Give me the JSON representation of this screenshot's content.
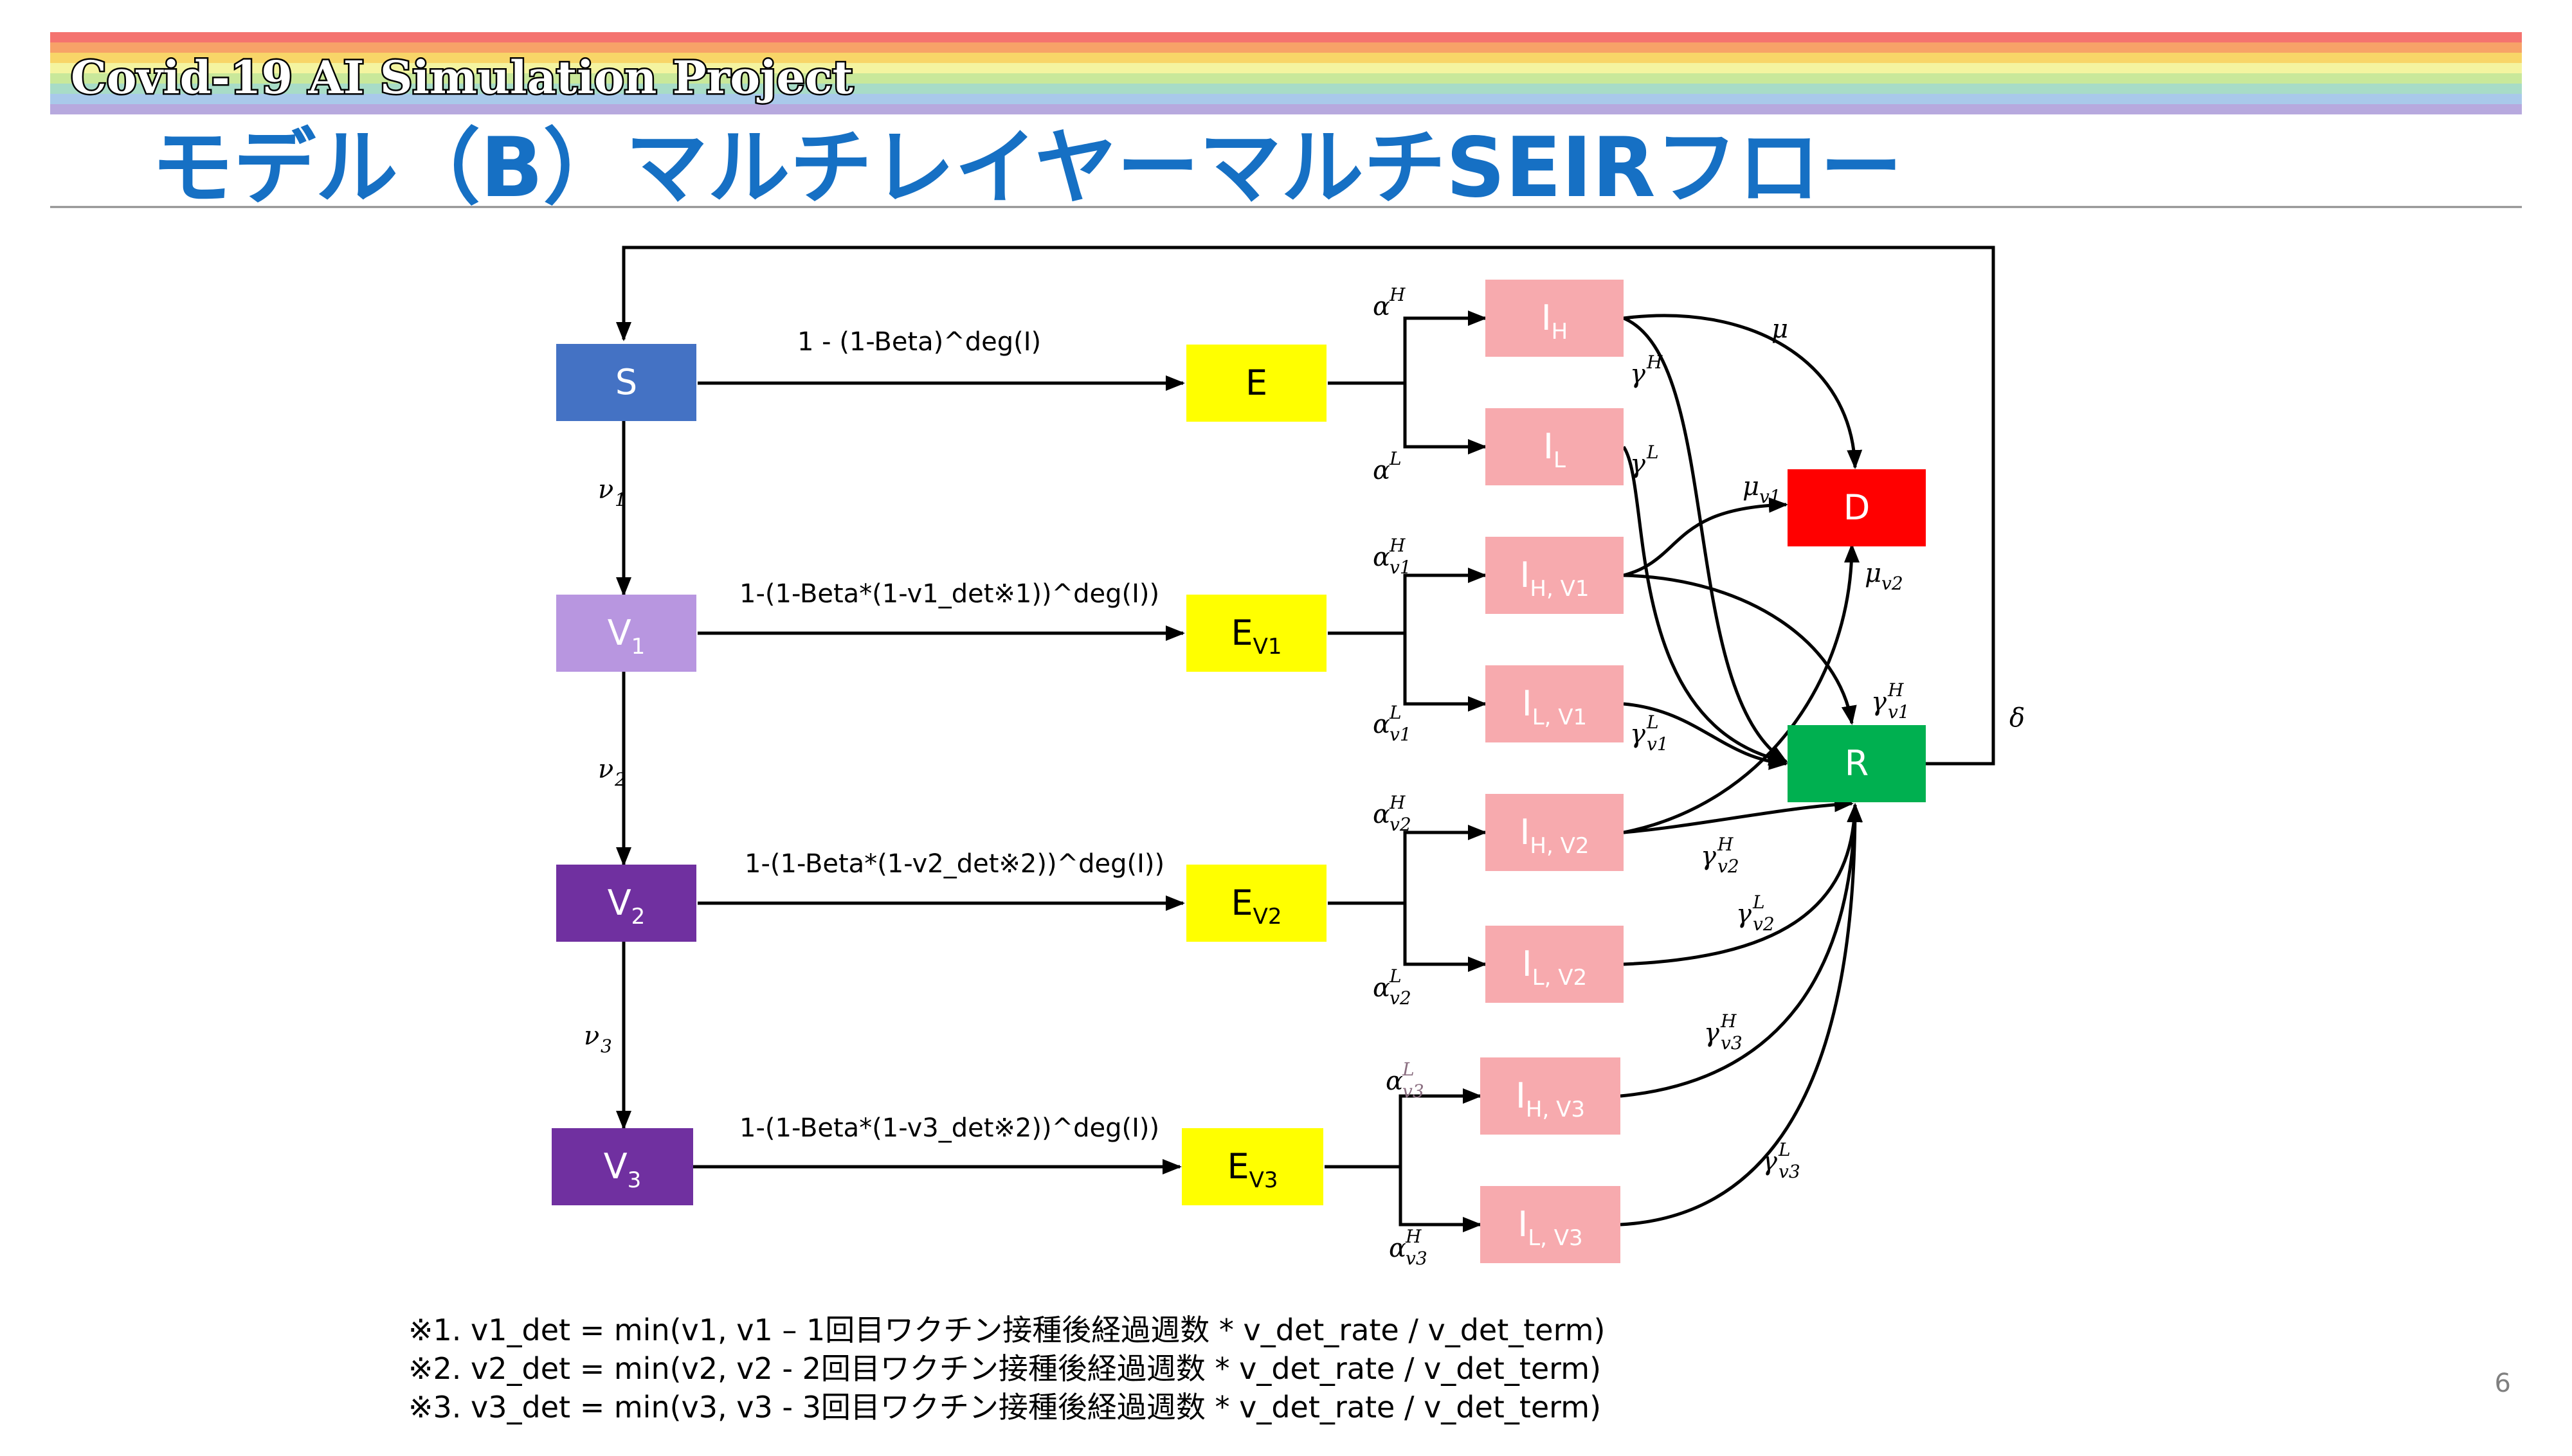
{
  "header": {
    "banner_text": "Covid-19 AI Simulation Project",
    "title": "モデル（B）マルチレイヤーマルチSEIRフロー",
    "rainbow_colors": [
      "#f4736f",
      "#f7a268",
      "#f8d568",
      "#f4f4a0",
      "#c9e89a",
      "#a8dcc7",
      "#a9c9ea",
      "#b7a9de"
    ]
  },
  "diagram": {
    "nodes": {
      "S": {
        "label": "S",
        "sub": "",
        "color": "#4472c4"
      },
      "V1": {
        "label": "V",
        "sub": "1",
        "color": "#b896e0"
      },
      "V2": {
        "label": "V",
        "sub": "2",
        "color": "#7030a0"
      },
      "V3": {
        "label": "V",
        "sub": "3",
        "color": "#7030a0"
      },
      "E": {
        "label": "E",
        "sub": "",
        "color": "#ffff00"
      },
      "EV1": {
        "label": "E",
        "sub": "V1",
        "color": "#ffff00"
      },
      "EV2": {
        "label": "E",
        "sub": "V2",
        "color": "#ffff00"
      },
      "EV3": {
        "label": "E",
        "sub": "V3",
        "color": "#ffff00"
      },
      "IH": {
        "label": "I",
        "sub": "H",
        "color": "#f7aaae"
      },
      "IL": {
        "label": "I",
        "sub": "L",
        "color": "#f7aaae"
      },
      "IHV1": {
        "label": "I",
        "sub": "H, V1",
        "color": "#f7aaae"
      },
      "ILV1": {
        "label": "I",
        "sub": "L, V1",
        "color": "#f7aaae"
      },
      "IHV2": {
        "label": "I",
        "sub": "H, V2",
        "color": "#f7aaae"
      },
      "ILV2": {
        "label": "I",
        "sub": "L, V2",
        "color": "#f7aaae"
      },
      "IHV3": {
        "label": "I",
        "sub": "H, V3",
        "color": "#f7aaae"
      },
      "ILV3": {
        "label": "I",
        "sub": "L, V3",
        "color": "#f7aaae"
      },
      "D": {
        "label": "D",
        "sub": "",
        "color": "#ff0000"
      },
      "R": {
        "label": "R",
        "sub": "",
        "color": "#00b050"
      }
    },
    "infection_labels": {
      "s_to_e": "1 - (1-Beta)^deg(I)",
      "v1_to_ev1": "1-(1-Beta*(1-v1_det※1))^deg(I))",
      "v2_to_ev2": "1-(1-Beta*(1-v2_det※2))^deg(I))",
      "v3_to_ev3": "1-(1-Beta*(1-v3_det※2))^deg(I))"
    },
    "params": {
      "nu1": {
        "base": "ν",
        "sub": "1",
        "sup": ""
      },
      "nu2": {
        "base": "ν",
        "sub": "2",
        "sup": ""
      },
      "nu3": {
        "base": "ν",
        "sub": "3",
        "sup": ""
      },
      "alpha_H": {
        "base": "α",
        "sub": "",
        "sup": "H"
      },
      "alpha_L": {
        "base": "α",
        "sub": "",
        "sup": "L"
      },
      "alpha_v1_H": {
        "base": "α",
        "sub": "v1",
        "sup": "H"
      },
      "alpha_v1_L": {
        "base": "α",
        "sub": "v1",
        "sup": "L"
      },
      "alpha_v2_H": {
        "base": "α",
        "sub": "v2",
        "sup": "H"
      },
      "alpha_v2_L": {
        "base": "α",
        "sub": "v2",
        "sup": "L"
      },
      "alpha_v3_L": {
        "base": "α",
        "sub": "v3",
        "sup": "L"
      },
      "alpha_v3_H": {
        "base": "α",
        "sub": "v3",
        "sup": "H"
      },
      "gamma_H": {
        "base": "γ",
        "sub": "",
        "sup": "H"
      },
      "gamma_L": {
        "base": "γ",
        "sub": "",
        "sup": "L"
      },
      "gamma_v1_H": {
        "base": "γ",
        "sub": "v1",
        "sup": "H"
      },
      "gamma_v1_L": {
        "base": "γ",
        "sub": "v1",
        "sup": "L"
      },
      "gamma_v2_H": {
        "base": "γ",
        "sub": "v2",
        "sup": "H"
      },
      "gamma_v2_L": {
        "base": "γ",
        "sub": "v2",
        "sup": "L"
      },
      "gamma_v3_H": {
        "base": "γ",
        "sub": "v3",
        "sup": "H"
      },
      "gamma_v3_L": {
        "base": "γ",
        "sub": "v3",
        "sup": "L"
      },
      "mu": {
        "base": "μ",
        "sub": "",
        "sup": ""
      },
      "mu_v1": {
        "base": "μ",
        "sub": "v1",
        "sup": ""
      },
      "mu_v2": {
        "base": "μ",
        "sub": "v2",
        "sup": ""
      },
      "delta": {
        "base": "δ",
        "sub": "",
        "sup": ""
      }
    }
  },
  "footnotes": [
    "※1. v1_det = min(v1, v1 – 1回目ワクチン接種後経過週数 * v_det_rate / v_det_term)",
    "※2. v2_det = min(v2, v2 - 2回目ワクチン接種後経過週数 * v_det_rate / v_det_term)",
    "※3. v3_det = min(v3, v3 - 3回目ワクチン接種後経過週数 * v_det_rate / v_det_term)"
  ],
  "page_number": "6"
}
